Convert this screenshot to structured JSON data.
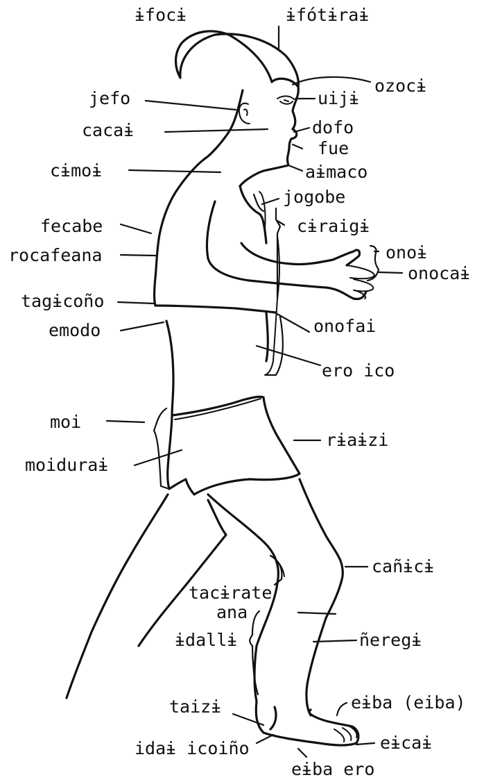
{
  "labels": {
    "ifoci": "ɨfocɨ",
    "ifotirai": "ɨfótɨraɨ",
    "ozoci": "ozocɨ",
    "jefo": "jefo",
    "uiji": "uijɨ",
    "cacai": "cacaɨ",
    "dofo": "dofo",
    "fue": "fue",
    "cimoi": "cɨmoɨ",
    "aimaco": "aɨmaco",
    "jogobe": "jogobe",
    "fecabe": "fecabe",
    "ciraigi": "cɨraigɨ",
    "rocafeana": "rocafeana",
    "onoi": "onoɨ",
    "onocai": "onocaɨ",
    "tagicono": "tagɨcoño",
    "emodo": "emodo",
    "onofai": "onofai",
    "ero_ico": "ero ico",
    "moi": "moi",
    "riaizi": "rɨaɨzi",
    "moidurai": "moiduraɨ",
    "canici": "cañɨcɨ",
    "taciratè": "tacɨrate",
    "ana": "ana",
    "idalli": "ɨdallɨ",
    "neregi": "ñeregɨ",
    "taizi": "taizɨ",
    "eiba": "eɨba (eiba)",
    "idai_icoino": "idaɨ icoiño",
    "eicai": "eɨcaɨ",
    "eiba_ero": "eɨba ero"
  },
  "colors": {
    "ink": "#111111",
    "paper": "#ffffff"
  }
}
